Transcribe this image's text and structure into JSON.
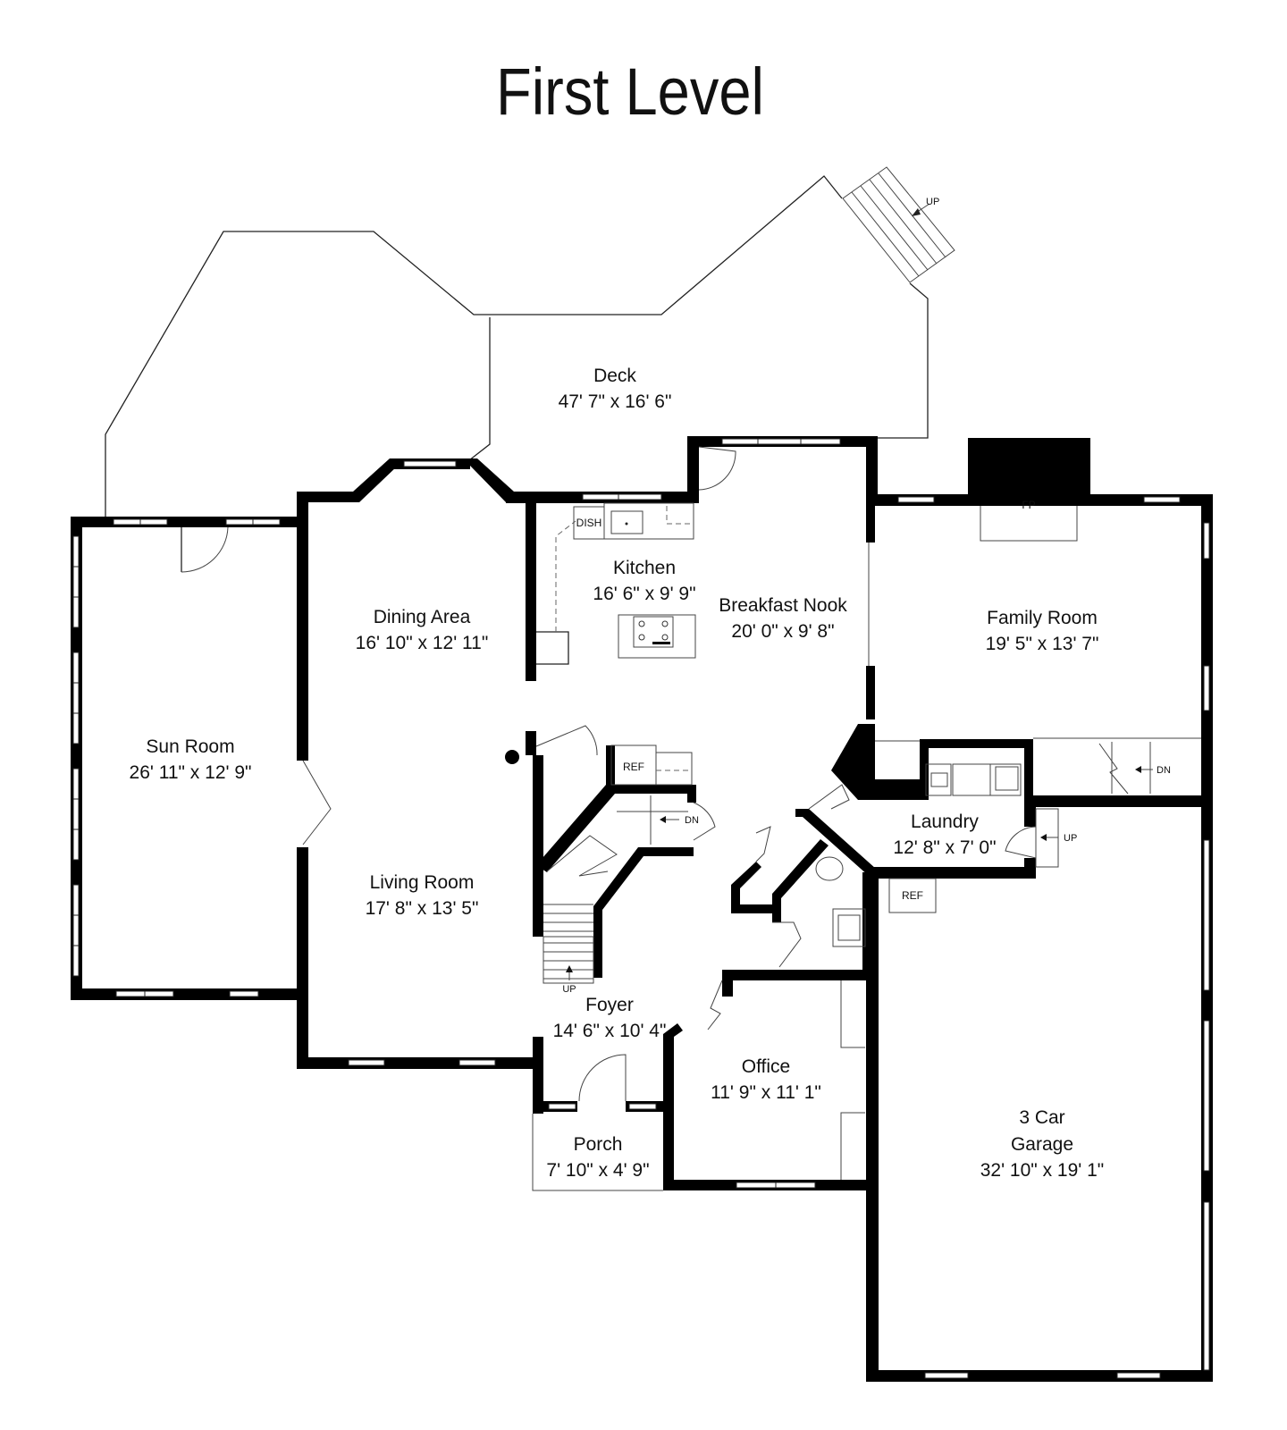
{
  "title": "First Level",
  "rooms": [
    {
      "id": "deck",
      "name": "Deck",
      "size": "47' 7\" x 16' 6\""
    },
    {
      "id": "kitchen",
      "name": "Kitchen",
      "size": "16' 6\" x 9' 9\""
    },
    {
      "id": "breakfast-nook",
      "name": "Breakfast Nook",
      "size": "20' 0\" x 9' 8\""
    },
    {
      "id": "family-room",
      "name": "Family Room",
      "size": "19' 5\" x 13' 7\""
    },
    {
      "id": "dining-area",
      "name": "Dining Area",
      "size": "16' 10\" x 12' 11\""
    },
    {
      "id": "sun-room",
      "name": "Sun Room",
      "size": "26' 11\" x 12' 9\""
    },
    {
      "id": "living-room",
      "name": "Living Room",
      "size": "17' 8\" x 13' 5\""
    },
    {
      "id": "laundry",
      "name": "Laundry",
      "size": "12' 8\" x 7' 0\""
    },
    {
      "id": "foyer",
      "name": "Foyer",
      "size": "14' 6\" x 10' 4\""
    },
    {
      "id": "office",
      "name": "Office",
      "size": "11' 9\" x 11' 1\""
    },
    {
      "id": "porch",
      "name": "Porch",
      "size": "7' 10\" x 4' 9\""
    }
  ],
  "garage": {
    "line1": "3 Car",
    "line2": "Garage",
    "size": "32' 10\" x 19' 1\""
  },
  "fixtures": {
    "dish": "DISH",
    "ref": "REF",
    "ref_garage": "REF",
    "fireplace": "FP",
    "up": "UP",
    "dn": "DN"
  }
}
